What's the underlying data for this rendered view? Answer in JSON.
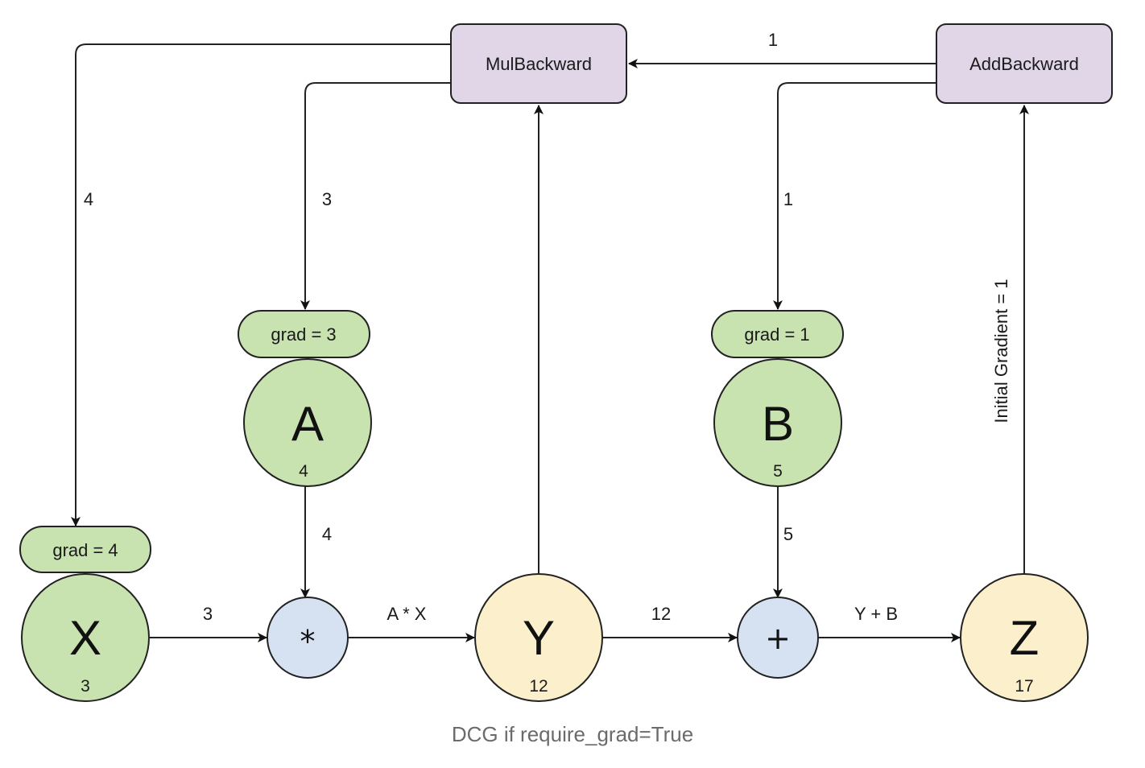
{
  "colors": {
    "leaf_fill": "#c8e3b0",
    "result_fill": "#fcf0cc",
    "op_fill": "#d6e2f2",
    "backward_fill": "#e1d6e8",
    "stroke": "#222222"
  },
  "backward_nodes": {
    "mul": "MulBackward",
    "add": "AddBackward"
  },
  "leaves": {
    "x": {
      "letter": "X",
      "value": "3",
      "grad": "grad = 4"
    },
    "a": {
      "letter": "A",
      "value": "4",
      "grad": "grad = 3"
    },
    "b": {
      "letter": "B",
      "value": "5",
      "grad": "grad = 1"
    }
  },
  "operators": {
    "mul": "*",
    "add": "+"
  },
  "results": {
    "y": {
      "letter": "Y",
      "value": "12"
    },
    "z": {
      "letter": "Z",
      "value": "17"
    }
  },
  "edge_labels": {
    "x_to_mul": "3",
    "a_to_mul": "4",
    "mul_to_y": "A * X",
    "y_to_add": "12",
    "b_to_add": "5",
    "add_to_z": "Y + B",
    "addbw_to_mulbw": "1",
    "mulbw_to_x": "4",
    "mulbw_to_a": "3",
    "addbw_to_b": "1",
    "z_to_addbw": "Initial Gradient = 1"
  },
  "caption": "DCG if require_grad=True"
}
